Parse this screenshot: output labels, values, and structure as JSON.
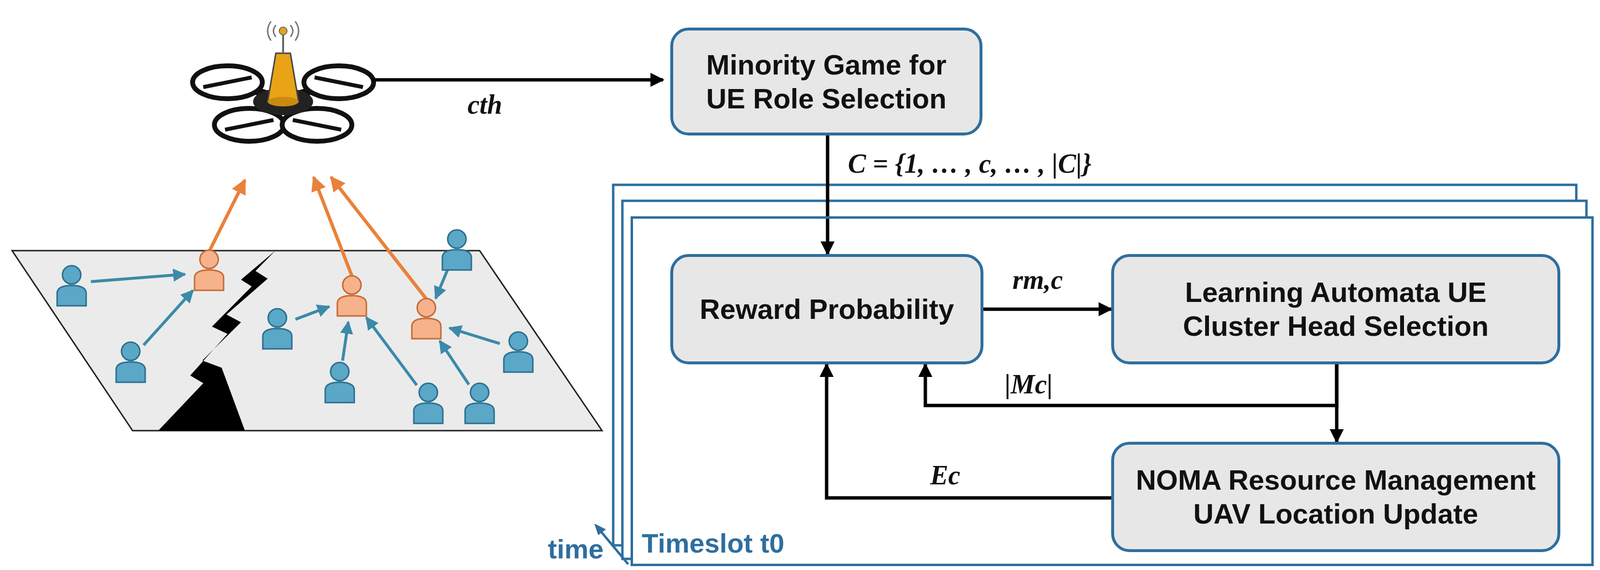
{
  "diagram": {
    "nodes": [
      {
        "text": [
          "Minority Game for UE Role Selection"
        ]
      },
      {
        "text": [
          "Timeslot t0"
        ]
      },
      {
        "text": [
          "Reward Probability"
        ],
        "in": 1
      },
      {
        "text": [
          "Learning Automata UE  Cluster Head Selection"
        ],
        "in": 1
      },
      {
        "text": [
          "NOMA Resource Management UAV Location Update"
        ],
        "in": 1
      }
    ],
    "edges": [
      {
        "from": 0,
        "to": 2,
        "arrow": "to",
        "label": "C = {1, … , c, … , |C|}"
      },
      {
        "from": 2,
        "to": 3,
        "arrow": "to",
        "label": "rm,c"
      },
      {
        "from": 3,
        "to": 4,
        "arrow": "to"
      },
      {
        "from": 3,
        "to": 2,
        "arrow": "to",
        "label": "|Mc|"
      },
      {
        "from": 4,
        "to": 2,
        "arrow": "to",
        "label": "Ec"
      }
    ],
    "labels": [
      "cth",
      "time"
    ]
  }
}
